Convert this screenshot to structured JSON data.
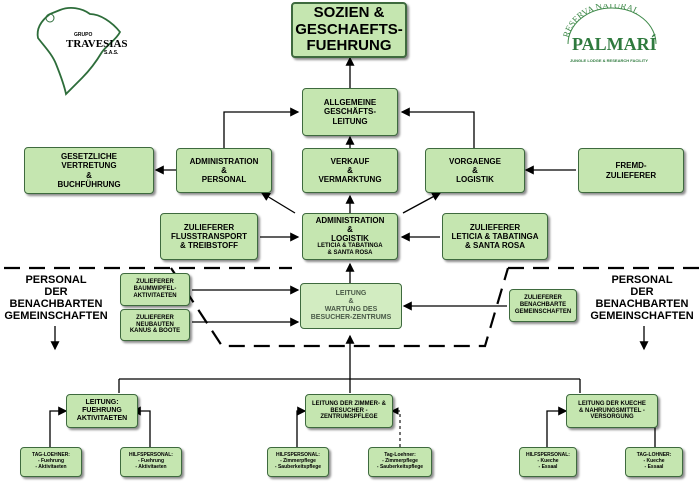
{
  "logo_left": {
    "top_text": "GRUPO",
    "name": "TRAVESIAS",
    "suffix": "S.A.S."
  },
  "logo_right": {
    "arc_text": "RESERVA NATURAL",
    "name": "PALMARÍ",
    "tagline": "JUNGLE LODGE & RESEARCH FACILITY"
  },
  "boxes": {
    "top": "SOZIEN &\nGESCHAEFTS-\nFUEHRUNG",
    "allgemeine": "ALLGEMEINE\nGESCHÄFTS-\nLEITUNG",
    "gesetzliche": "GESETZLICHE\nVERTRETUNG\n&\nBUCHFÜHRUNG",
    "administration": "ADMINISTRATION\n&\nPERSONAL",
    "verkauf": "VERKAUF\n&\nVERMARKTUNG",
    "vorgaenge": "VORGAENGE\n&\nLOGISTIK",
    "fremd": "FREMD-\nZULIEFERER",
    "zul_fluss": "ZULIEFERER\nFLUSSTRANSPORT\n& TREIBSTOFF",
    "admin_logistik": "ADMINISTRATION\n&\nLOGISTIK",
    "admin_logistik_sub": "LETICIA & TABATINGA\n& SANTA ROSA",
    "zul_leticia": "ZULIEFERER\nLETICIA & TABATINGA\n& SANTA ROSA",
    "zul_baum": "ZULIEFERER\nBAUMWIPFEL-\nAKTIVITAETEN",
    "zul_neubau": "ZULIEFERER\nNEUBAUTEN\nKANUS & BOOTE",
    "leitung_wartung": "LEITUNG\n&\nWARTUNG DES\nBESUCHER-ZENTRUMS",
    "zul_benach": "ZULIEFERER\nBENACHBARTE\nGEMEINSCHAFTEN",
    "leitung_fuehrung": "LEITUNG:\nFUEHRUNG\nAKTIVITAETEN",
    "leitung_zimmer": "LEITUNG DER ZIMMER- &\nBESUCHER -\nZENTRUMSPFLEGE",
    "leitung_kueche": "LEITUNG DER KUECHE\n& NAHRUNGSMITTEL -\nVERSORGUNG",
    "tag_fuehrung": "TAG-LOEHNER:\n- Fuehrung\n- Aktivitaeten",
    "hilf_fuehrung": "HILFSPERSONAL:\n- Fuehrung\n- Aktivitaeten",
    "hilf_zimmer": "HILFSPERSONAL:\n- Zimmerpflege\n- Sauberkeitspflege",
    "tag_zimmer": "Tag-Loehner:\n- Zimmerpflege\n- Sauberkeitspflege",
    "hilf_kueche": "HILFSPERSONAL:\n- Kueche\n- Essaal",
    "tag_kueche": "TAG-LOHNER:\n- Kueche\n- Essaal"
  },
  "headers": {
    "left": "PERSONAL\nDER\nBENACHBARTEN\nGEMEINSCHAFTEN",
    "right": "PERSONAL\nDER\nBENACHBARTEN\nGEMEINSCHAFTEN"
  },
  "colors": {
    "box_fill": "#c5e6b0",
    "box_border": "#3e6a3e",
    "logo_green": "#3f8a4a"
  }
}
